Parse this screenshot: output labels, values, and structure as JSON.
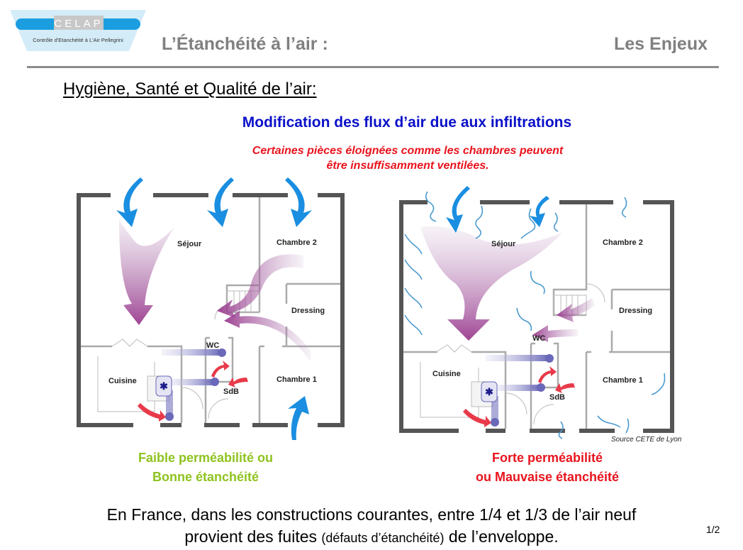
{
  "header": {
    "logo": {
      "brand": "CELAP",
      "tagline": "Contrôle d'Etanchéité à L'Air Pellegrini",
      "colors": {
        "band": "#d4ecf8",
        "pill": "#1a9ee0",
        "box": "#c8c8c8"
      }
    },
    "title": "L’Étanchéité à l’air :",
    "section": "Les Enjeux"
  },
  "main": {
    "section_title": "Hygiène, Santé et Qualité de l’air:",
    "diagram_title": "Modification des flux d’air due aux infiltrations",
    "diagram_subtitle_line1": "Certaines pièces éloignées comme les chambres peuvent",
    "diagram_subtitle_line2": "être insuffisamment ventilées.",
    "plans": [
      {
        "id": "left",
        "rooms": [
          "Séjour",
          "Chambre 2",
          "Dressing",
          "WC",
          "Cuisine",
          "SdB",
          "Chambre 1"
        ],
        "caption_line1": "Faible perméabilité ou",
        "caption_line2": "Bonne étanchéité",
        "caption_color": "#8fc31f"
      },
      {
        "id": "right",
        "rooms": [
          "Séjour",
          "Chambre 2",
          "Dressing",
          "WC",
          "Cuisine",
          "SdB",
          "Chambre 1"
        ],
        "caption_line1": "Forte perméabilité",
        "caption_line2": "ou Mauvaise étanchéité",
        "caption_color": "#e8141e"
      }
    ],
    "source": "Source CETE de Lyon",
    "colors": {
      "title": "#0a10c8",
      "subtitle": "#e8141e",
      "inflow_arrow": "#1a8ee0",
      "flow": "#9a3a8e",
      "extract": "#e83a4a"
    }
  },
  "footer": {
    "line1": "En France, dans les constructions courantes, entre 1/4 et 1/3 de l’air neuf",
    "line2_a": "provient des fuites ",
    "line2_small": "(défauts d’étanchéité)",
    "line2_b": " de l’enveloppe.",
    "page": "1/2"
  }
}
